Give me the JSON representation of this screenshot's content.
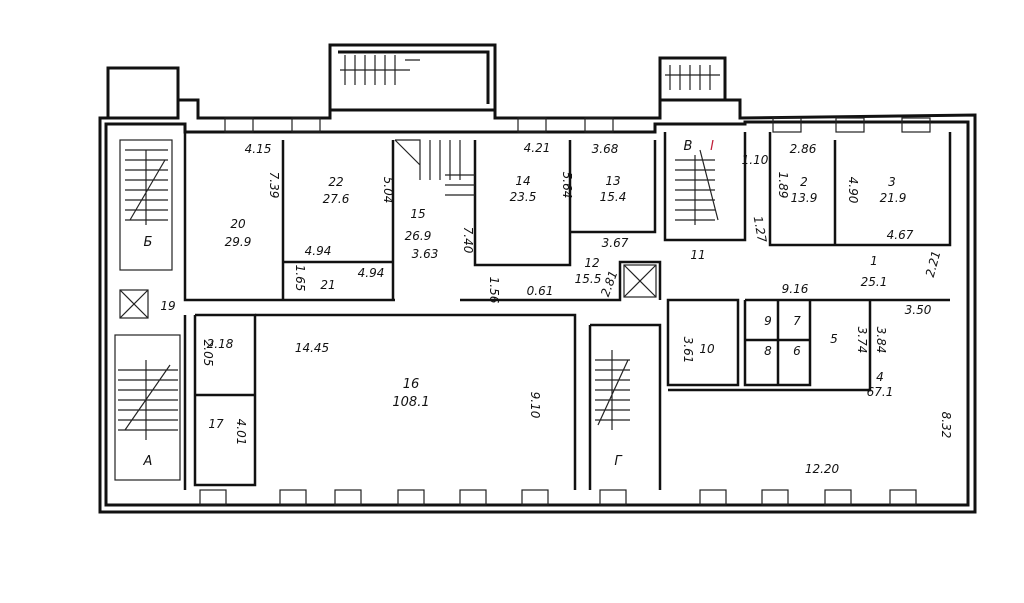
{
  "plan": {
    "staircases": [
      {
        "id": "A",
        "label": "А"
      },
      {
        "id": "B",
        "label": "Б"
      },
      {
        "id": "V",
        "label": "В"
      },
      {
        "id": "G",
        "label": "Г"
      }
    ],
    "marker_red": "I",
    "accent_red": "#c0203a",
    "rooms": [
      {
        "no": "20",
        "area": "29.9"
      },
      {
        "no": "22",
        "area": "27.6"
      },
      {
        "no": "21",
        "area": ""
      },
      {
        "no": "15",
        "area": "26.9"
      },
      {
        "no": "14",
        "area": "23.5"
      },
      {
        "no": "13",
        "area": "15.4"
      },
      {
        "no": "12",
        "area": "15.5"
      },
      {
        "no": "2",
        "area": "13.9"
      },
      {
        "no": "3",
        "area": "21.9"
      },
      {
        "no": "1",
        "area": "25.1"
      },
      {
        "no": "16",
        "area": "108.1"
      },
      {
        "no": "4",
        "area": "67.1"
      },
      {
        "no": "11",
        "area": ""
      },
      {
        "no": "10",
        "area": ""
      },
      {
        "no": "9",
        "area": ""
      },
      {
        "no": "7",
        "area": ""
      },
      {
        "no": "8",
        "area": ""
      },
      {
        "no": "6",
        "area": ""
      },
      {
        "no": "5",
        "area": ""
      },
      {
        "no": "17",
        "area": ""
      },
      {
        "no": "19",
        "area": ""
      }
    ],
    "dimensions": [
      "4.15",
      "7.39",
      "5.04",
      "4.94",
      "4.94",
      "1.65",
      "3.63",
      "7.40",
      "4.21",
      "5.64",
      "3.68",
      "3.67",
      "0.61",
      "2.81",
      "1.56",
      "1.10",
      "2.86",
      "1.89",
      "4.90",
      "4.67",
      "1.27",
      "9.16",
      "2.21",
      "3.50",
      "3.74",
      "3.84",
      "8.32",
      "12.20",
      "3.61",
      "14.45",
      "9.10",
      "2.05",
      "2.18",
      "4.01"
    ]
  }
}
